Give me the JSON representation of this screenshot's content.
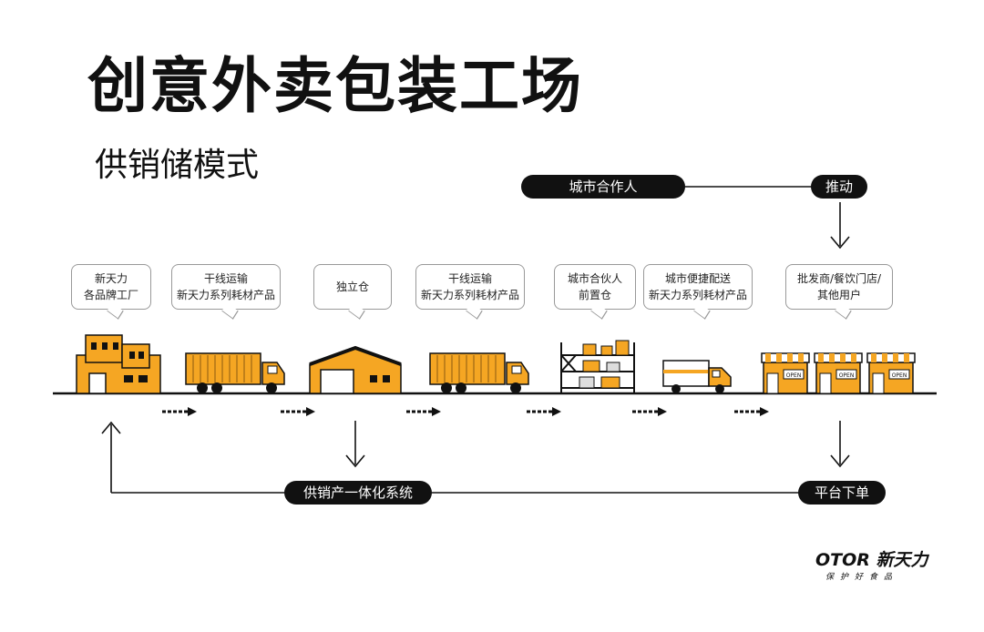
{
  "title": "创意外卖包装工场",
  "subtitle": "供销储模式",
  "pills": {
    "city_partner": "城市合作人",
    "promote": "推动",
    "system": "供销产一体化系统",
    "platform_order": "平台下单"
  },
  "bubbles": [
    {
      "line1": "新天力",
      "line2": "各品牌工厂"
    },
    {
      "line1": "干线运输",
      "line2": "新天力系列耗材产品"
    },
    {
      "line1": "独立仓",
      "line2": ""
    },
    {
      "line1": "干线运输",
      "line2": "新天力系列耗材产品"
    },
    {
      "line1": "城市合伙人",
      "line2": "前置仓"
    },
    {
      "line1": "城市便捷配送",
      "line2": "新天力系列耗材产品"
    },
    {
      "line1": "批发商/餐饮门店/",
      "line2": "其他用户"
    }
  ],
  "shop_signs": [
    "OPEN",
    "OPEN",
    "OPEN"
  ],
  "logo": {
    "brand": "OTOR 新天力",
    "tagline": "保护好食品"
  },
  "colors": {
    "accent": "#F5A623",
    "dark": "#111111"
  }
}
